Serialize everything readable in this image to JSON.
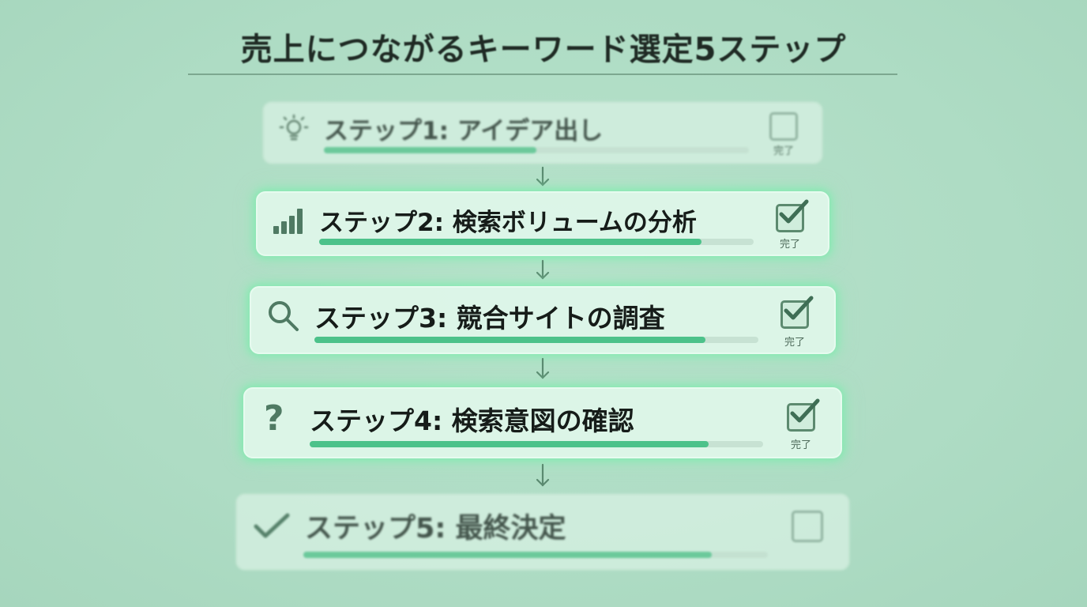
{
  "title": "売上につながるキーワード選定5ステップ",
  "colors": {
    "background": "#aedcc4",
    "progress_fill": "#4cc28a",
    "glow": "#78ebaa",
    "checkbox": "#5c8a6f"
  },
  "steps": [
    {
      "label": "ステップ1: アイデア出し",
      "icon": "lightbulb-icon",
      "progress": 0.5,
      "checked": false,
      "done_label": "完了"
    },
    {
      "label": "ステップ2: 検索ボリュームの分析",
      "icon": "signal-bars-icon",
      "progress": 0.88,
      "checked": true,
      "done_label": "完了"
    },
    {
      "label": "ステップ3: 競合サイトの調査",
      "icon": "magnifier-icon",
      "progress": 0.88,
      "checked": true,
      "done_label": "完了"
    },
    {
      "label": "ステップ4: 検索意図の確認",
      "icon": "question-mark-icon",
      "progress": 0.88,
      "checked": true,
      "done_label": "完了"
    },
    {
      "label": "ステップ5: 最終決定",
      "icon": "checkmark-icon",
      "progress": 0.88,
      "checked": false
    }
  ]
}
